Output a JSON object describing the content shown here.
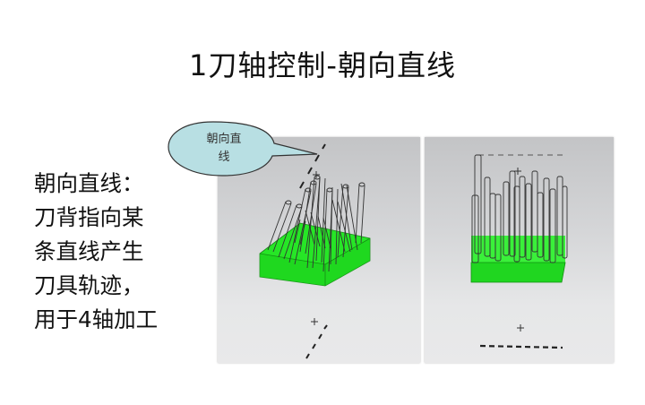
{
  "slide": {
    "title": "1刀轴控制-朝向直线",
    "body_lines": [
      "朝向直线：",
      "刀背指向某",
      "条直线产生",
      "刀具轨迹，",
      "用于4轴加工"
    ],
    "callout": {
      "lines": [
        "朝向直",
        "线"
      ],
      "fill": "#b8dfe3",
      "stroke": "#333333"
    },
    "figures": {
      "left": {
        "view": "isometric",
        "part_color": "#22e022",
        "background": "#d4d5d7"
      },
      "right": {
        "view": "front",
        "part_color": "#22e022",
        "background": "#d4d5d7"
      }
    }
  }
}
